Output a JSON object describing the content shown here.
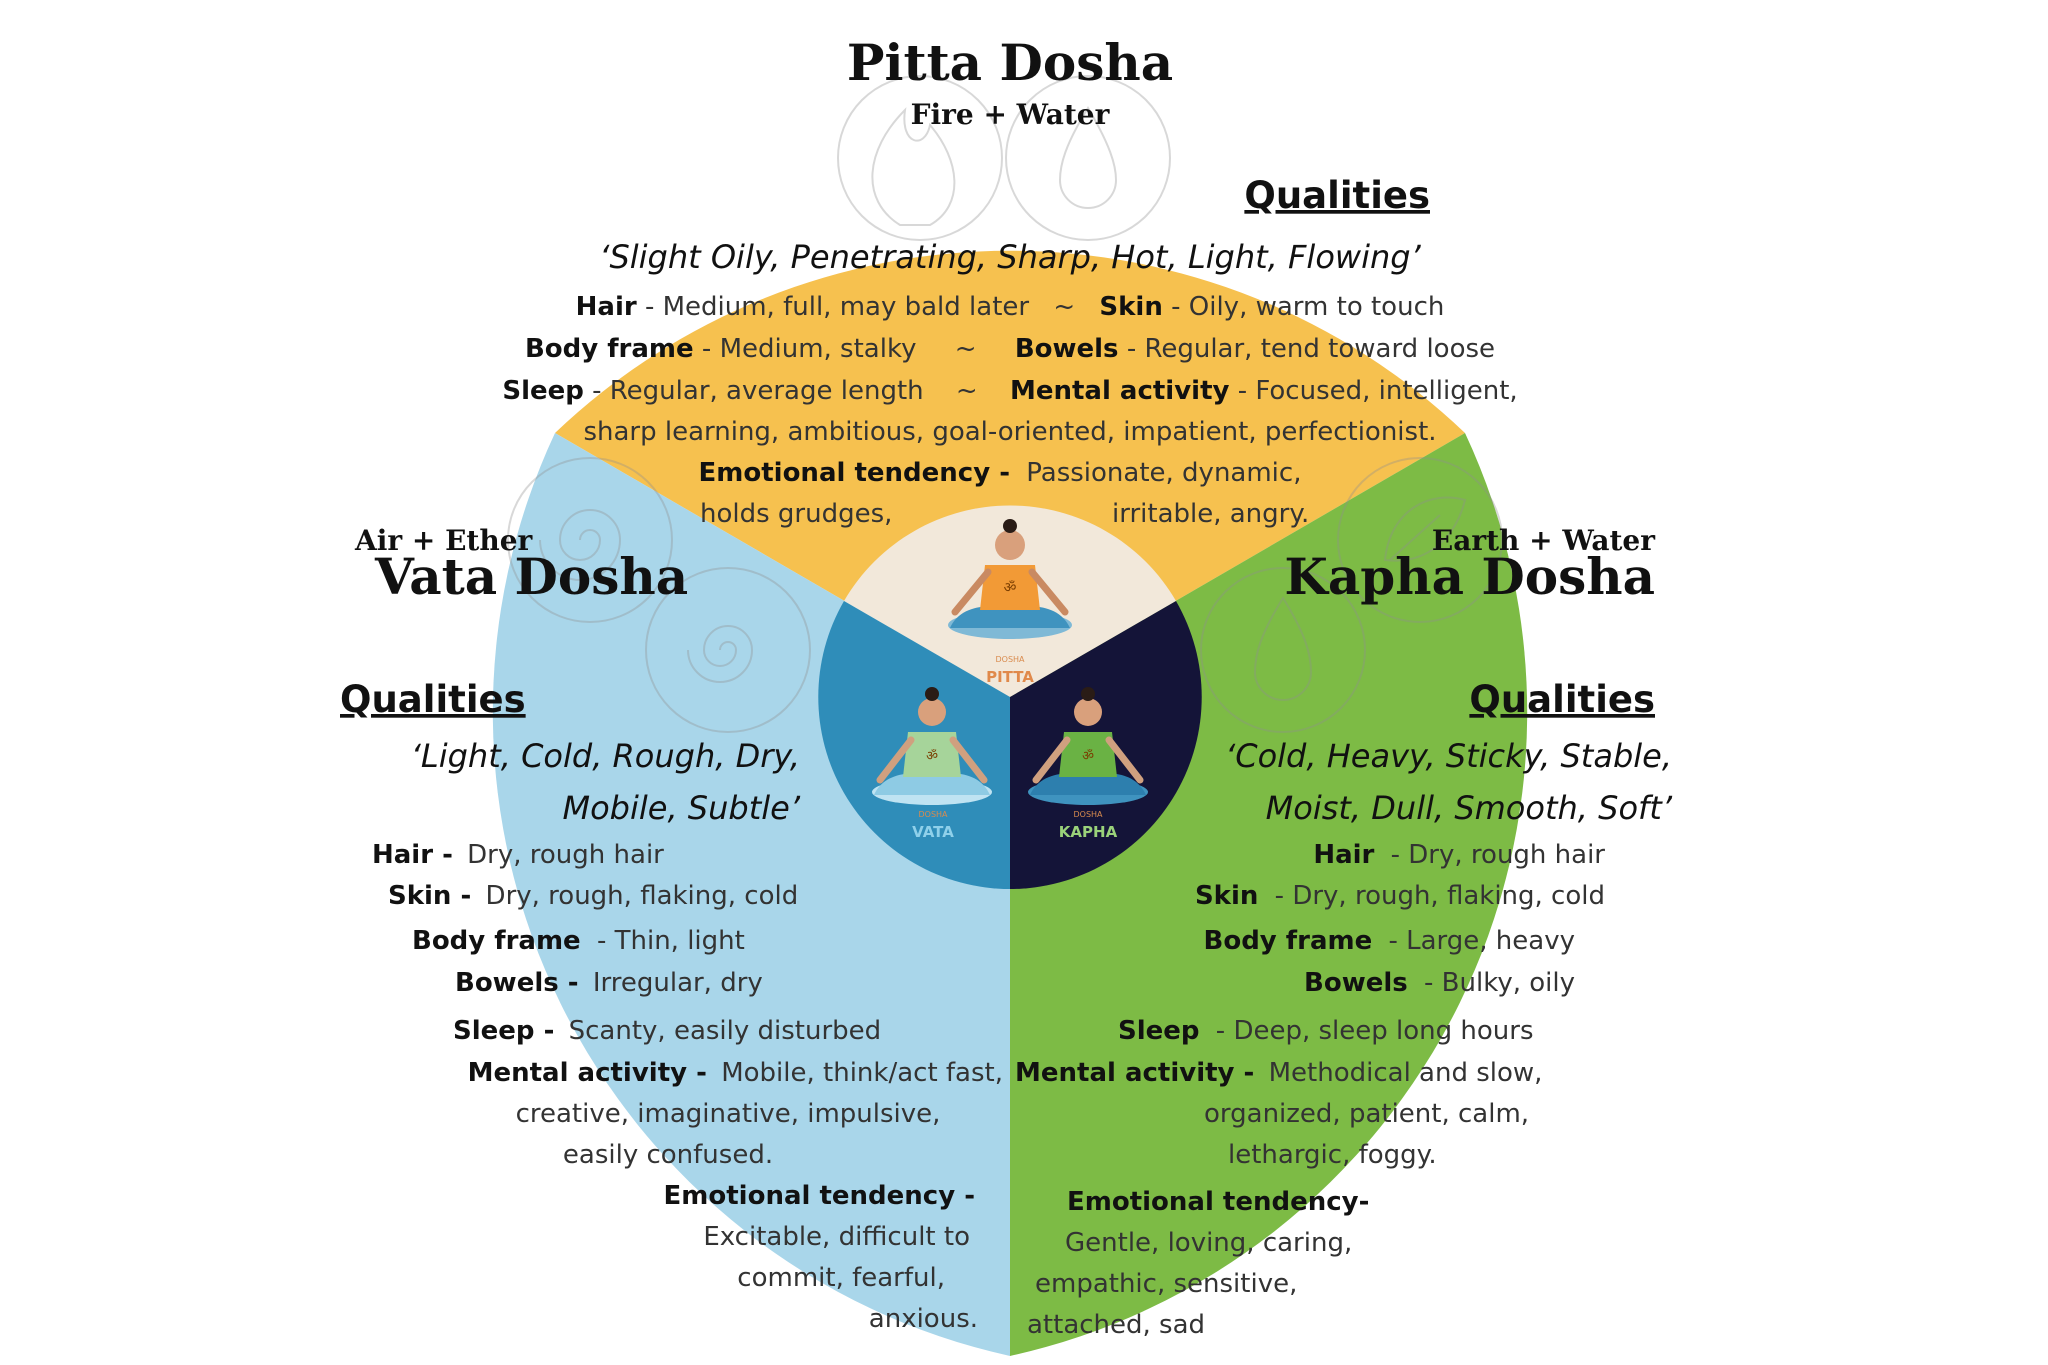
{
  "colors": {
    "pitta": "#f6c14f",
    "vata": "#a9d6ea",
    "kapha": "#7dbb45",
    "center_pitta": "#f2e8da",
    "center_vata": "#2f8db9",
    "center_kapha": "#141438"
  },
  "pitta": {
    "title": "Pitta Dosha",
    "elements": "Fire + Water",
    "qualities_heading": "Qualities",
    "qualities": "‘Slight Oily, Penetrating, Sharp, Hot, Light, Flowing’",
    "rows": [
      {
        "label": "Hair",
        "value": "- Medium, full, may bald later",
        "sep": "~",
        "label2": "Skin",
        "value2": "- Oily, warm to touch"
      },
      {
        "label": "Body frame",
        "value": "- Medium, stalky",
        "sep": "~",
        "label2": "Bowels",
        "value2": "- Regular, tend toward loose"
      },
      {
        "label": "Sleep",
        "value": "- Regular, average length",
        "sep": "~",
        "label2": "Mental activity",
        "value2": "- Focused, intelligent,"
      }
    ],
    "mental_cont": "sharp learning, ambitious, goal-oriented, impatient, perfectionist.",
    "emotional_label": "Emotional tendency -",
    "emotional_value": "Passionate, dynamic,",
    "emotional_cont_1": "holds grudges,",
    "emotional_cont_2": "irritable, angry."
  },
  "vata": {
    "title": "Vata Dosha",
    "elements": "Air + Ether",
    "qualities_heading": "Qualities",
    "qualities_1": "‘Light, Cold, Rough, Dry,",
    "qualities_2": "Mobile, Subtle’",
    "hair_label": "Hair -",
    "hair_value": "Dry, rough hair",
    "skin_label": "Skin -",
    "skin_value": "Dry, rough, flaking, cold",
    "body_label": "Body frame",
    "body_value": "- Thin, light",
    "bowels_label": "Bowels -",
    "bowels_value": "Irregular, dry",
    "sleep_label": "Sleep -",
    "sleep_value": "Scanty, easily disturbed",
    "mental_label": "Mental activity -",
    "mental_value": "Mobile, think/act fast,",
    "mental_cont_1": "creative, imaginative, impulsive,",
    "mental_cont_2": "easily confused.",
    "emotional_label": "Emotional tendency -",
    "emotional_1": "Excitable, difficult to",
    "emotional_2": "commit, fearful,",
    "emotional_3": "anxious."
  },
  "kapha": {
    "title": "Kapha Dosha",
    "elements": "Earth + Water",
    "qualities_heading": "Qualities",
    "qualities_1": "‘Cold, Heavy, Sticky, Stable,",
    "qualities_2": "Moist, Dull, Smooth, Soft’",
    "hair_label": "Hair",
    "hair_value": "- Dry, rough hair",
    "skin_label": "Skin",
    "skin_value": "- Dry, rough, flaking, cold",
    "body_label": "Body frame",
    "body_value": "- Large, heavy",
    "bowels_label": "Bowels",
    "bowels_value": "- Bulky, oily",
    "sleep_label": "Sleep",
    "sleep_value": "- Deep, sleep long hours",
    "mental_label": "Mental activity -",
    "mental_value": "Methodical and slow,",
    "mental_cont_1": "organized, patient, calm,",
    "mental_cont_2": "lethargic, foggy.",
    "emotional_label": "Emotional tendency-",
    "emotional_1": "Gentle, loving, caring,",
    "emotional_2": "empathic, sensitive,",
    "emotional_3": "attached, sad"
  },
  "center": {
    "pitta_small": "DOSHA",
    "pitta_badge": "PITTA",
    "vata_small": "DOSHA",
    "vata_badge": "VATA",
    "kapha_small": "DOSHA",
    "kapha_badge": "KAPHA"
  }
}
